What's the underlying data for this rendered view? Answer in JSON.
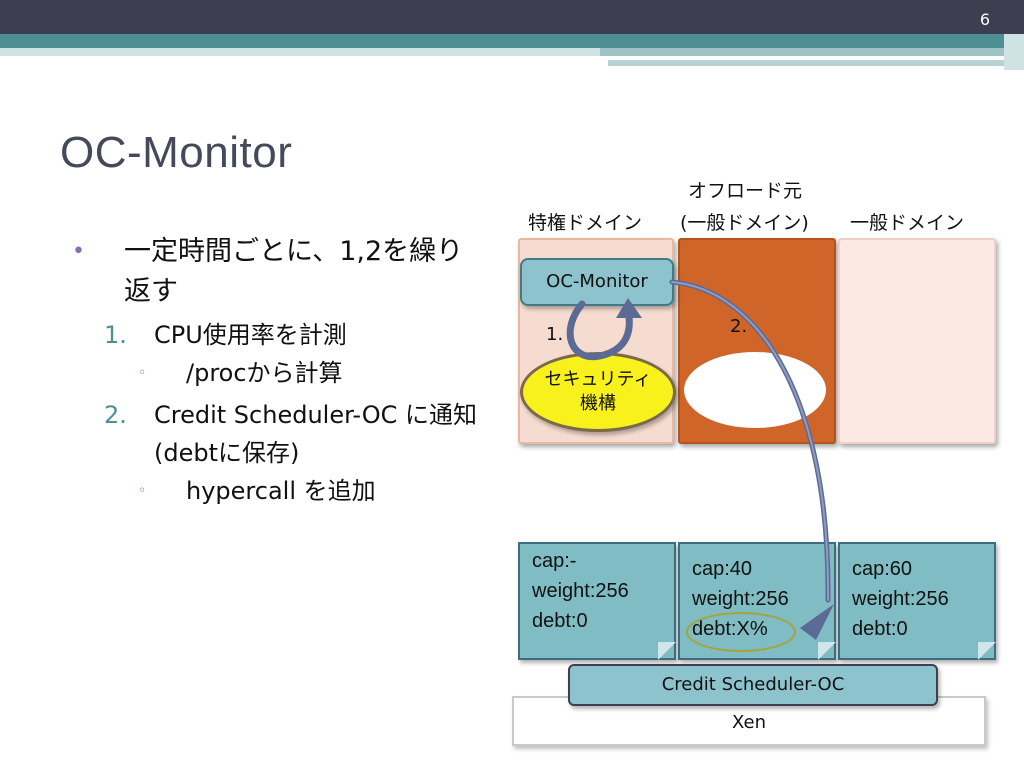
{
  "slide": {
    "page_number": "6",
    "title": "OC-Monitor"
  },
  "bullets": {
    "main": "一定時間ごとに、1,2を繰り返す",
    "step1": {
      "num": "1.",
      "text": "CPU使用率を計測"
    },
    "step1_sub": {
      "mark": "◦",
      "text": "/procから計算"
    },
    "step2": {
      "num": "2.",
      "text": "Credit Scheduler-OC に通知(debtに保存)"
    },
    "step2_sub": {
      "mark": "◦",
      "text": "hypercall を追加"
    }
  },
  "diagram": {
    "labels": {
      "privileged": "特権ドメイン",
      "offload_line1": "オフロード元",
      "offload_line2": "(一般ドメイン)",
      "general": "一般ドメイン"
    },
    "oc_monitor": "OC-Monitor",
    "step1": "1.",
    "step2": "2.",
    "security_line1": "セキュリティ",
    "security_line2": "機構",
    "notes": [
      {
        "cap": "cap:-",
        "weight": "weight:256",
        "debt": "debt:0"
      },
      {
        "cap": "cap:40",
        "weight": "weight:256",
        "debt": "debt:X%"
      },
      {
        "cap": "cap:60",
        "weight": "weight:256",
        "debt": "debt:0"
      }
    ],
    "credit_scheduler": "Credit Scheduler-OC",
    "xen": "Xen"
  },
  "colors": {
    "header_dark": "#3d3f51",
    "header_teal": "#4d8f92",
    "title": "#444a5a",
    "box_teal": "#8dc3cd",
    "offload_orange": "#cf6529",
    "security_yellow": "#f9f11c",
    "arrow_slate": "#5c6b96"
  }
}
